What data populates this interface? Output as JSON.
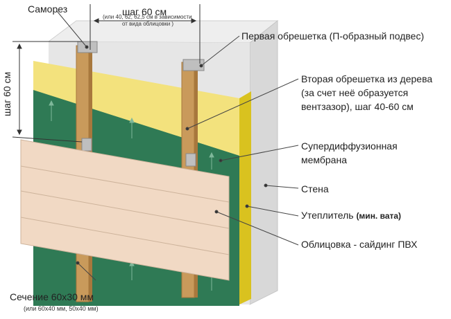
{
  "labels": {
    "screw": "Саморез",
    "spacing_top": "шаг 60 см",
    "spacing_top_note_1": "(или 40, 62, 62,5 см в зависимости",
    "spacing_top_note_2": "от вида облицовки )",
    "spacing_left": "шаг 60 см",
    "first_batten": "Первая обрешетка (П-образный подвес)",
    "second_batten_1": "Вторая обрешетка из дерева",
    "second_batten_2": "(за счет неё образуется",
    "second_batten_3": "вентзазор), шаг 40-60 см",
    "membrane_1": "Супердиффузионная",
    "membrane_2": "мембрана",
    "wall": "Стена",
    "insulation": "Утеплитель",
    "insulation_note": "(мин. вата)",
    "cladding": "Облицовка - сайдинг ПВХ",
    "section": "Сечение 60х30 мм",
    "section_note": "(или 60х40 мм, 50х40 мм)"
  },
  "colors": {
    "wall": "#e2e2e2",
    "insulation": "#f2e27a",
    "membrane": "#2f7a55",
    "wood": "#c99a5b",
    "siding": "#f1d9c4"
  }
}
